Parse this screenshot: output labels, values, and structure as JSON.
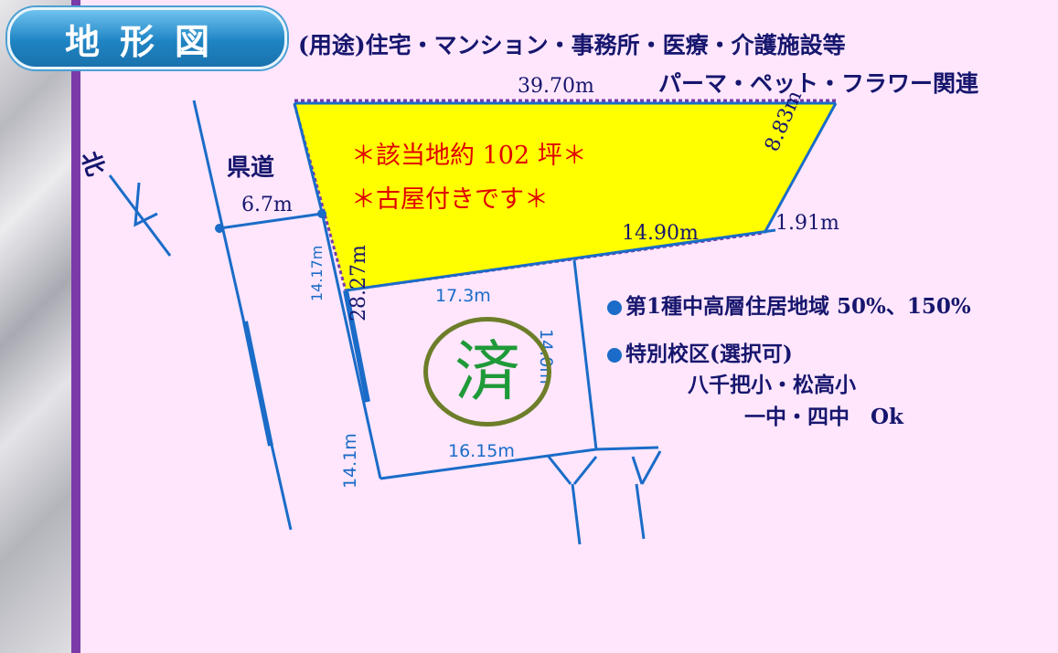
{
  "header": {
    "title": "地形図"
  },
  "usage": {
    "line1": "(用途)住宅・マンション・事務所・医療・介護施設等",
    "line2": "パーマ・ペット・フラワー関連"
  },
  "map": {
    "north_label": "北",
    "road_label": "県道",
    "road_width": "6.7m",
    "top_edge": "39.70m",
    "right_edge": "8.83m",
    "bottom_edge_highlight": "14.90m",
    "right_offset": "1.91m",
    "left_edge_highlight": "28.27m",
    "left_road_side": "14.17m",
    "lot_top": "17.3m",
    "lot_right": "14.0m",
    "lot_bottom": "16.15m",
    "lot_left": "14.1m",
    "note_area": "＊該当地約 102 坪＊",
    "note_house": "＊古屋付きです＊",
    "stamp": "済"
  },
  "info": {
    "zone": "第1種中高層住居地域 50%、150%",
    "school_district": "特別校区(選択可)",
    "schools_primary": "八千把小・松高小",
    "schools_junior": "一中・四中　Ok"
  },
  "colors": {
    "highlight": "#ffff00",
    "line_blue": "#1a6cc8",
    "text_navy": "#16166e",
    "note_red": "#e00000",
    "stamp_green": "#1f9a38",
    "background": "#ffe6fc"
  }
}
